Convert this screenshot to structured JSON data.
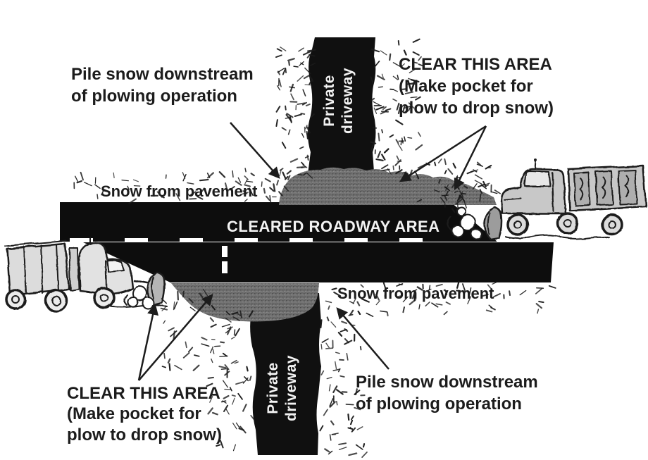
{
  "road": {
    "label": "CLEARED ROADWAY AREA"
  },
  "driveway_top": {
    "line1": "Private",
    "line2": "driveway"
  },
  "driveway_bottom": {
    "line1": "Private",
    "line2": "driveway"
  },
  "annotations": {
    "pile_downstream_top": {
      "line1": "Pile snow downstream",
      "line2": "of plowing operation"
    },
    "clear_area_top": {
      "line1": "CLEAR THIS AREA",
      "line2": "(Make pocket for",
      "line3": "plow to drop snow)"
    },
    "snow_from_pavement_top": "Snow from pavement",
    "snow_from_pavement_bottom": "Snow from pavement",
    "pile_downstream_bottom": {
      "line1": "Pile snow downstream",
      "line2": "of plowing operation"
    },
    "clear_area_bottom": {
      "line1": "CLEAR THIS AREA",
      "line2": "(Make pocket for",
      "line3": "plow to drop snow)"
    }
  },
  "icons": {
    "plow_truck_right": "snow-plow-dump-truck-facing-left",
    "plow_truck_left": "snow-plow-dump-truck-facing-right",
    "snow_speckles": "snow-flecks"
  },
  "colors": {
    "background": "#ffffff",
    "road": "#0d0d0d",
    "driveway": "#101010",
    "snow_pile": "#6f6f6f",
    "snow_pile_dark": "#4c4c4c",
    "snow_pile_light": "#8f8f8f",
    "ink": "#1c1c1c",
    "road_text": "#f2f2f2",
    "truck_fill": "#c8c8c8",
    "truck_shade": "#aeaeae"
  }
}
